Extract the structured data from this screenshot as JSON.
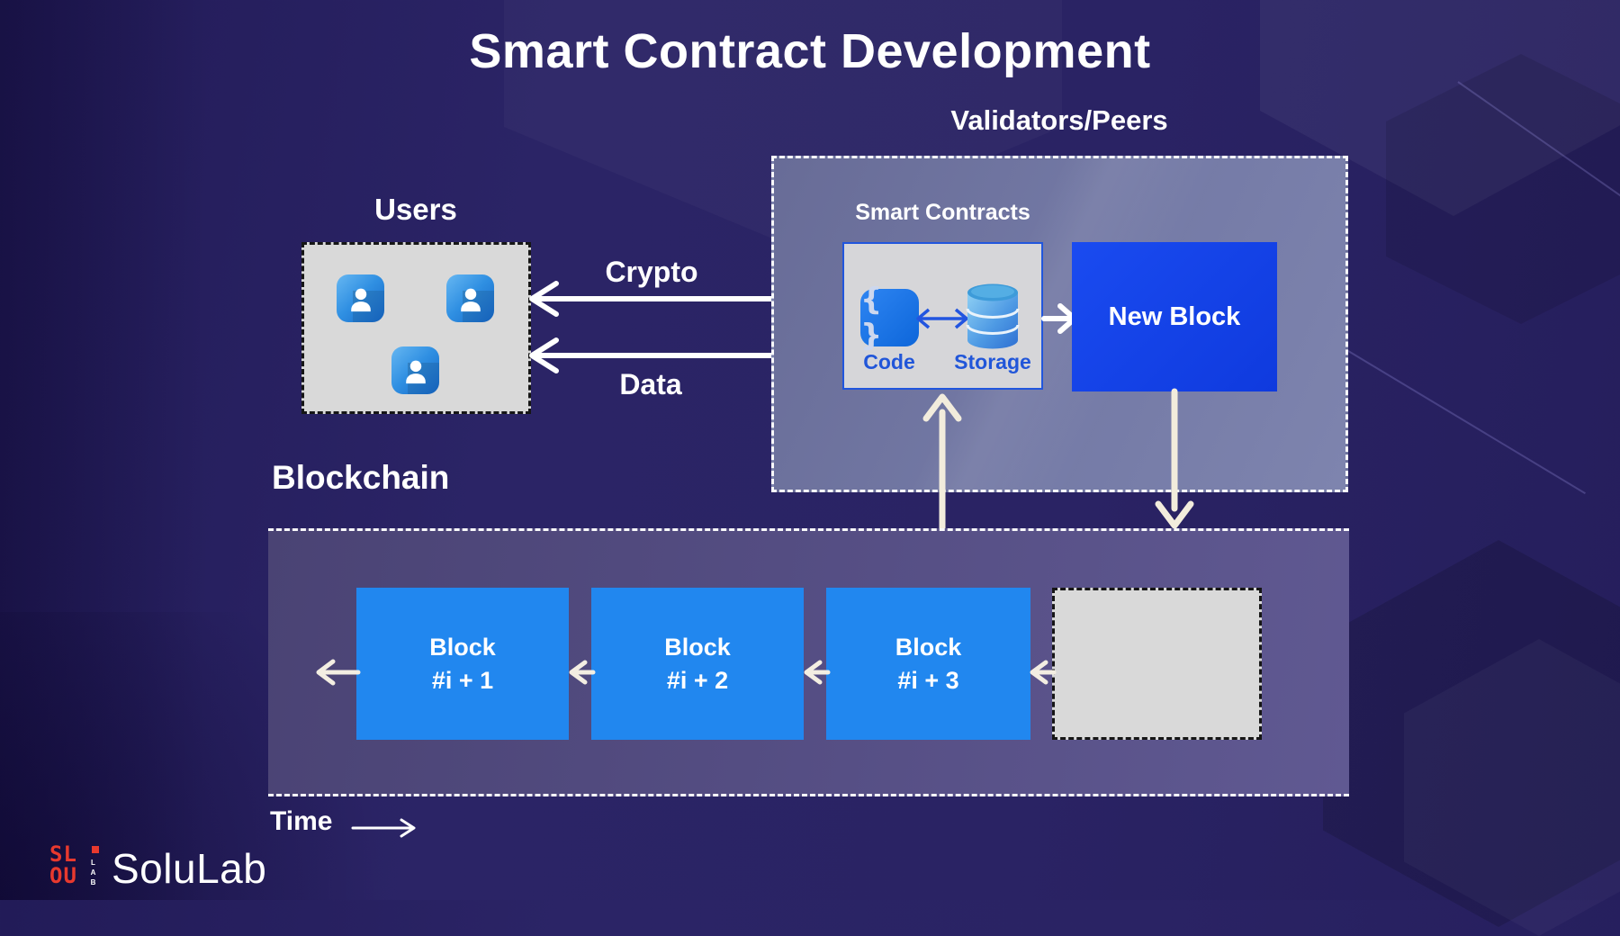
{
  "title": "Smart Contract Development",
  "users": {
    "label": "Users"
  },
  "flows": {
    "crypto_label": "Crypto",
    "data_label": "Data"
  },
  "validators": {
    "label": "Validators/Peers",
    "smart_contracts_label": "Smart Contracts",
    "code_glyph": "{ }",
    "code_label": "Code",
    "storage_label": "Storage",
    "new_block_label": "New Block"
  },
  "blockchain": {
    "label": "Blockchain",
    "time_label": "Time",
    "blocks": [
      {
        "line1": "Block",
        "line2": "#i + 1"
      },
      {
        "line1": "Block",
        "line2": "#i + 2"
      },
      {
        "line1": "Block",
        "line2": "#i + 3"
      }
    ]
  },
  "brand": {
    "name": "SoluLab",
    "icon_row1": "SL",
    "icon_row2": "OU",
    "icon_side": "LAB"
  },
  "colors": {
    "background": "#2a2364",
    "validators_fill": "#747aa6",
    "blockchain_fill": "#564f85",
    "block_blue": "#2187ef",
    "new_block_blue": "#1543e8",
    "icon_blue": "#1273ea",
    "label_blue": "#2156d9",
    "gray_box": "#d9d9d9",
    "cream_arrow": "#f2ecdc",
    "brand_red": "#e8392e"
  }
}
